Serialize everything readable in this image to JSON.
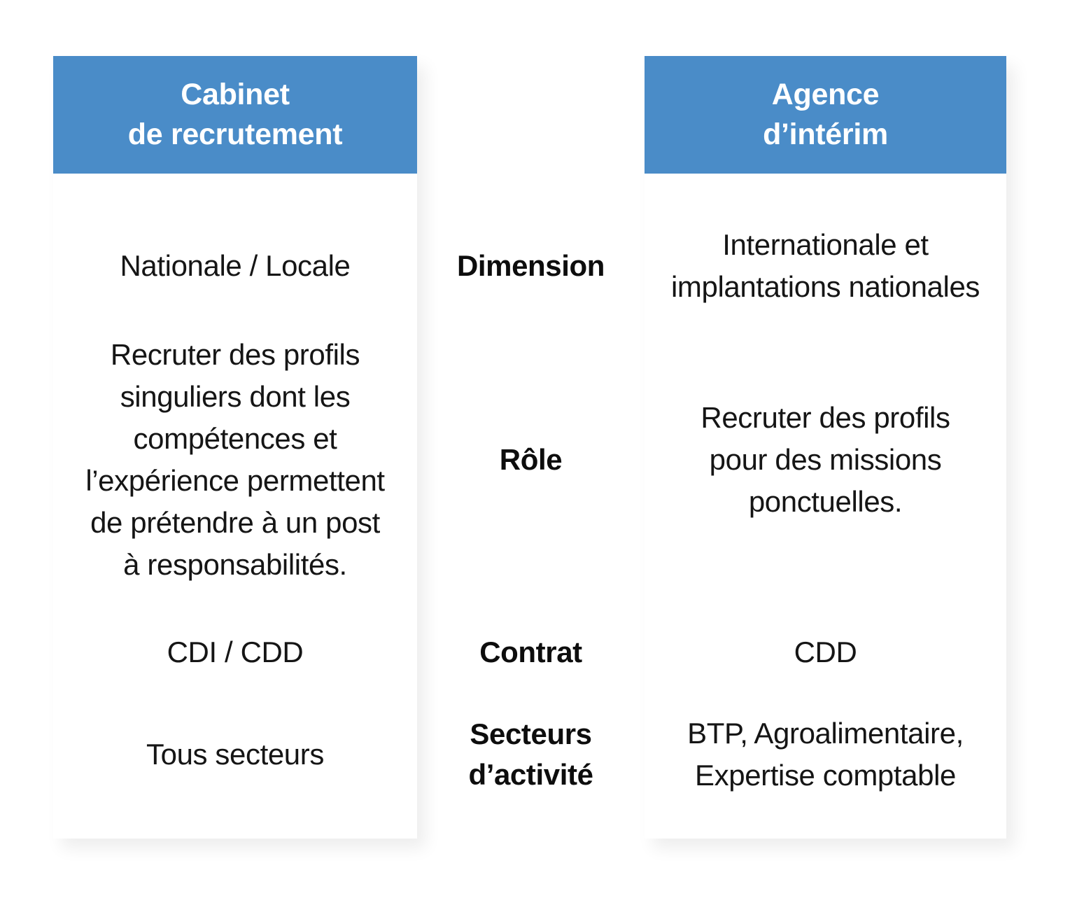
{
  "colors": {
    "header_bg": "#4a8cc8",
    "header_text": "#ffffff",
    "body_text": "#151515",
    "card_bg": "#ffffff",
    "page_bg": "#ffffff"
  },
  "columns": {
    "left": {
      "title": "Cabinet\nde recrutement"
    },
    "right": {
      "title": "Agence\nd’intérim"
    }
  },
  "rows": [
    {
      "label": "Dimension",
      "left": "Nationale / Locale",
      "right": "Internationale et\nimplantations nationales"
    },
    {
      "label": "Rôle",
      "left": "Recruter des profils\nsinguliers dont les\ncompétences et\nl’expérience permettent\nde prétendre à un post\nà responsabilités.",
      "right": "Recruter des profils\npour des missions\nponctuelles."
    },
    {
      "label": "Contrat",
      "left": "CDI / CDD",
      "right": "CDD"
    },
    {
      "label": "Secteurs\nd’activité",
      "left": "Tous secteurs",
      "right": "BTP, Agroalimentaire,\nExpertise comptable"
    }
  ]
}
